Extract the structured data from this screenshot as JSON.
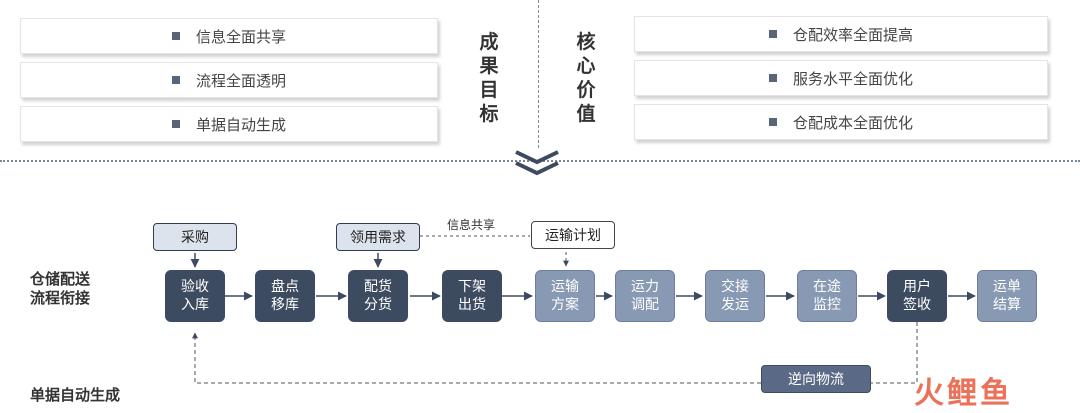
{
  "left_cards": [
    "信息全面共享",
    "流程全面透明",
    "单据自动生成"
  ],
  "right_cards": [
    "仓配效率全面提高",
    "服务水平全面优化",
    "仓配成本全面优化"
  ],
  "center_left_label": [
    "成",
    "果",
    "目",
    "标"
  ],
  "center_right_label": [
    "核",
    "心",
    "价",
    "值"
  ],
  "flow_nodes": [
    {
      "label": "验收\n入库",
      "style": "dark"
    },
    {
      "label": "盘点\n移库",
      "style": "dark"
    },
    {
      "label": "配货\n分货",
      "style": "dark"
    },
    {
      "label": "下架\n出货",
      "style": "dark"
    },
    {
      "label": "运输\n方案",
      "style": "light"
    },
    {
      "label": "运力\n调配",
      "style": "light"
    },
    {
      "label": "交接\n发运",
      "style": "light"
    },
    {
      "label": "在途\n监控",
      "style": "light"
    },
    {
      "label": "用户\n签收",
      "style": "dark"
    },
    {
      "label": "运单\n结算",
      "style": "light"
    }
  ],
  "top_boxes": {
    "purchase": "采购",
    "requisition": "领用需求",
    "transport_plan": "运输计划"
  },
  "info_share_label": "信息共享",
  "reverse_logistics": "逆向物流",
  "side_labels": {
    "warehouse": "仓储配送\n流程衔接",
    "docs": "单据自动生成"
  },
  "watermark": "火鲤鱼",
  "colors": {
    "dark_node": "#3d4b61",
    "light_node": "#8899b3",
    "pale_box": "#dde3ec",
    "watermark": "#e85a3d"
  }
}
